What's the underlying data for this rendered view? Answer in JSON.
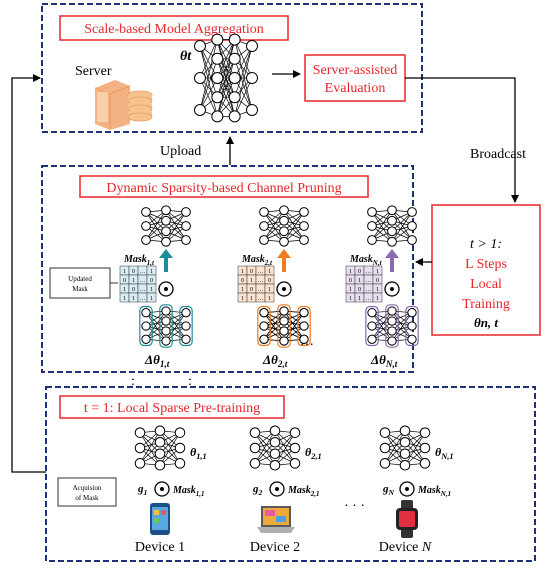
{
  "colors": {
    "frame_border": "#1f2f7a",
    "label_red": "#e8262a",
    "arrow": "#000000",
    "teal": "#1a8f9a",
    "orange": "#f07b20",
    "purple": "#8a6bb0",
    "mask_blue": "#d9ecf3",
    "mask_peach": "#fbe3d2",
    "mask_lilac": "#e8def0",
    "server_orange": "#f4b183"
  },
  "top_panel": {
    "title": "Scale-based Model Aggregation",
    "server_label": "Server",
    "theta_t": "θt",
    "eval_line1": "Server-assisted",
    "eval_line2": "Evaluation"
  },
  "middle_panel": {
    "title": "Dynamic Sparsity-based Channel Pruning",
    "updated_mask_line1": "Updated",
    "updated_mask_line2": "Mask",
    "mask_labels": [
      "Mask1,t",
      "Mask2,t",
      "MaskN,t"
    ],
    "delta_labels": [
      "Δθ1,t",
      "Δθ2,t",
      "ΔθN,t"
    ],
    "ellipsis": "…",
    "mask_grid": [
      [
        "1",
        "0",
        "…",
        "1"
      ],
      [
        "0",
        "1",
        "…",
        "0"
      ],
      [
        "1",
        "0",
        "…",
        "1"
      ],
      [
        "1",
        "1",
        "…",
        "1"
      ]
    ]
  },
  "bottom_panel": {
    "title": "t = 1: Local Sparse Pre-training",
    "acq_line1": "Acquision",
    "acq_line2": "of Mask",
    "theta_labels": [
      "θ1,1",
      "θ2,1",
      "θN,1"
    ],
    "g_labels": [
      "g1",
      "g2",
      "gN"
    ],
    "mask_labels": [
      "Mask1,1",
      "Mask2,1",
      "MaskN,1"
    ],
    "devices": [
      "Device 1",
      "Device 2",
      "Device N"
    ],
    "ellipsis": "· · ·"
  },
  "side": {
    "upload": "Upload",
    "broadcast": "Broadcast",
    "local_line1": "t > 1:",
    "local_line2": "L Steps",
    "local_line3": "Local",
    "local_line4": "Training",
    "local_theta": "θn, t",
    "vertical_dots": ":"
  }
}
